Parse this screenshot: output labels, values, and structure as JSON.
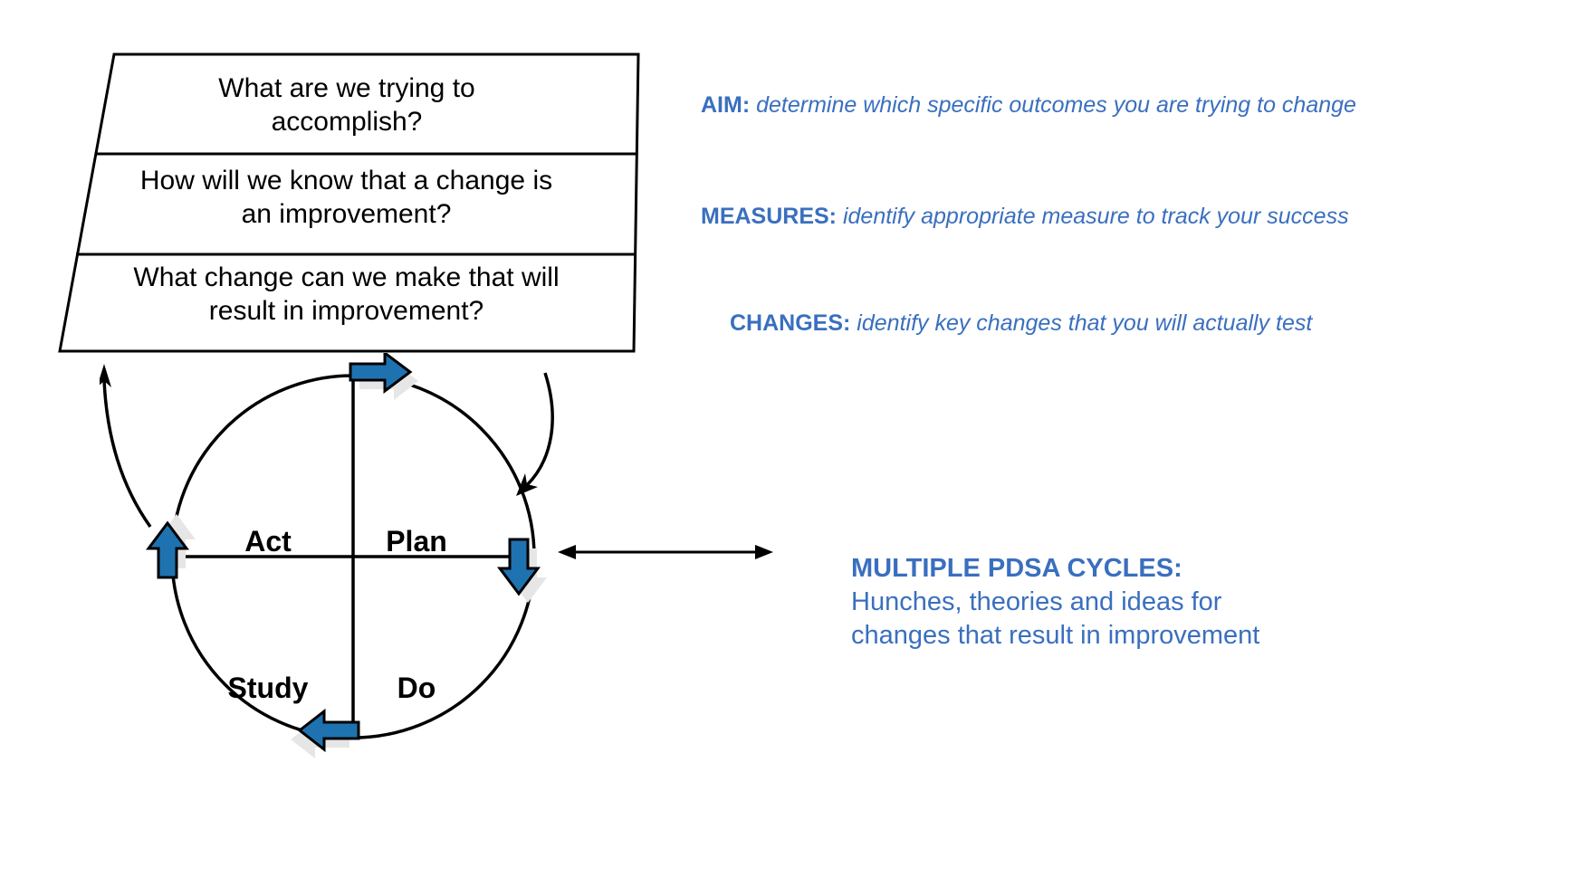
{
  "diagram": {
    "title": "Model for Improvement with PDSA cycle",
    "colors": {
      "accent_blue": "#1F72B0",
      "text_blue": "#3A6FBF",
      "shadow_grey": "#E4E4E4",
      "line_black": "#000000",
      "background": "#FFFFFF"
    }
  },
  "questions": {
    "q1": "What are we trying to\naccomplish?",
    "q2": "How will we know that a change is\nan improvement?",
    "q3": "What change can we make that will\nresult in improvement?"
  },
  "annotations": [
    {
      "label": "AIM:",
      "text": "determine which specific outcomes you are trying to change"
    },
    {
      "label": "MEASURES:",
      "text": "identify appropriate measure to track your success"
    },
    {
      "label": "CHANGES:",
      "text": "identify key changes that you will actually test"
    }
  ],
  "cycle": {
    "quadrants": {
      "act": "Act",
      "plan": "Plan",
      "study": "Study",
      "do": "Do"
    }
  },
  "pdsa_note": {
    "title": "MULTIPLE PDSA CYCLES:",
    "body": "Hunches, theories and ideas for\nchanges that result in improvement"
  }
}
